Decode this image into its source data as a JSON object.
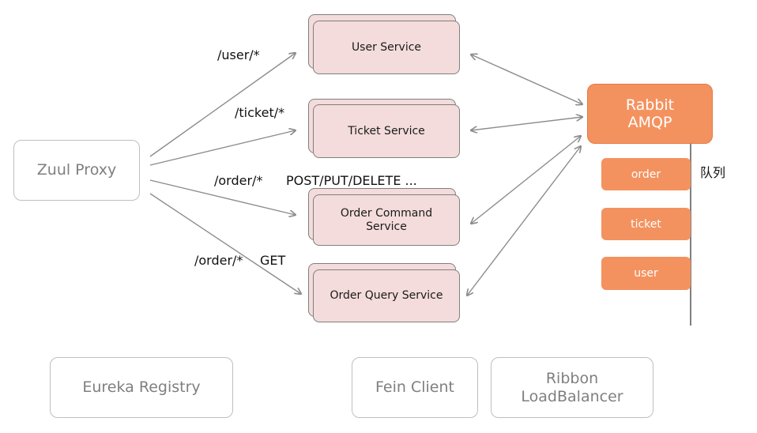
{
  "proxy": {
    "label": "Zuul Proxy"
  },
  "routes": {
    "user": "/user/*",
    "ticket": "/ticket/*",
    "order_command": "/order/*",
    "order_command_methods": "POST/PUT/DELETE  ...",
    "order_query": "/order/*",
    "order_query_methods": "GET"
  },
  "services": {
    "user": "User Service",
    "ticket": "Ticket Service",
    "order_command": "Order Command\nService",
    "order_query": "Order Query Service"
  },
  "broker": {
    "label": "Rabbit\nAMQP"
  },
  "queues": {
    "label": "队列",
    "items": [
      "order",
      "ticket",
      "user"
    ]
  },
  "infrastructure": {
    "registry": "Eureka Registry",
    "client": "Fein Client",
    "load_balancer": "Ribbon\nLoadBalancer"
  },
  "colors": {
    "service_fill": "#f3dcdb",
    "broker_fill": "#f4925f",
    "arrow": "#8c8c8c"
  }
}
